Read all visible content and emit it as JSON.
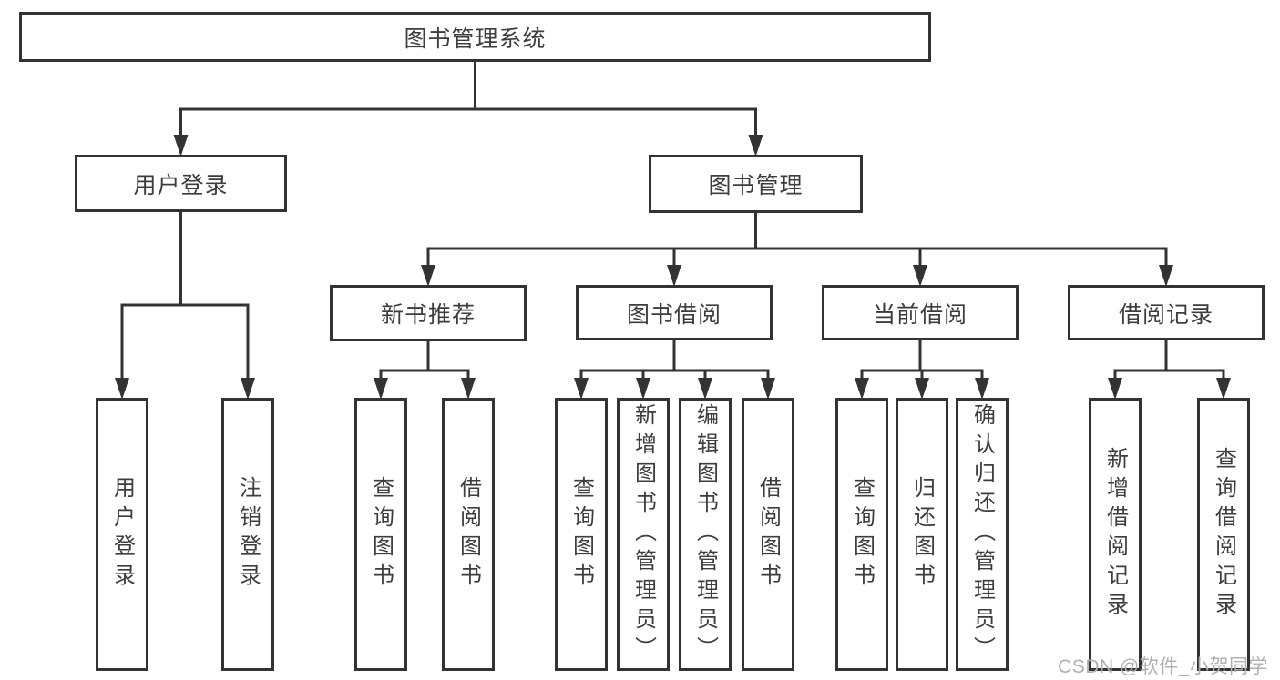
{
  "diagram": {
    "title": "图书管理系统",
    "type": "tree",
    "colors": {
      "line": "#333333",
      "box_border": "#333333",
      "box_fill": "#ffffff",
      "text": "#3d3d3d",
      "watermark_text": "#b0b0b0",
      "background": "#ffffff"
    },
    "nodes": [
      {
        "id": "root",
        "label": "图书管理系统",
        "orientation": "horizontal"
      },
      {
        "id": "user-login",
        "label": "用户登录",
        "orientation": "horizontal"
      },
      {
        "id": "book-mgmt",
        "label": "图书管理",
        "orientation": "horizontal"
      },
      {
        "id": "new-book-rec",
        "label": "新书推荐",
        "orientation": "horizontal"
      },
      {
        "id": "book-borrow",
        "label": "图书借阅",
        "orientation": "horizontal"
      },
      {
        "id": "current-borrow",
        "label": "当前借阅",
        "orientation": "horizontal"
      },
      {
        "id": "borrow-record",
        "label": "借阅记录",
        "orientation": "horizontal"
      },
      {
        "id": "leaf-user-login",
        "label": "用户登录",
        "orientation": "vertical"
      },
      {
        "id": "leaf-logout",
        "label": "注销登录",
        "orientation": "vertical"
      },
      {
        "id": "leaf-rec-query",
        "label": "查询图书",
        "orientation": "vertical"
      },
      {
        "id": "leaf-rec-borrow",
        "label": "借阅图书",
        "orientation": "vertical"
      },
      {
        "id": "leaf-bb-query",
        "label": "查询图书",
        "orientation": "vertical"
      },
      {
        "id": "leaf-bb-add",
        "label": "新增图书（管理员）",
        "orientation": "vertical"
      },
      {
        "id": "leaf-bb-edit",
        "label": "编辑图书（管理员）",
        "orientation": "vertical"
      },
      {
        "id": "leaf-bb-borrow",
        "label": "借阅图书",
        "orientation": "vertical"
      },
      {
        "id": "leaf-cb-query",
        "label": "查询图书",
        "orientation": "vertical"
      },
      {
        "id": "leaf-cb-return",
        "label": "归还图书",
        "orientation": "vertical"
      },
      {
        "id": "leaf-cb-confirm",
        "label": "确认归还（管理员）",
        "orientation": "vertical"
      },
      {
        "id": "leaf-br-add",
        "label": "新增借阅记录",
        "orientation": "vertical"
      },
      {
        "id": "leaf-br-query",
        "label": "查询借阅记录",
        "orientation": "vertical"
      }
    ],
    "edges": [
      {
        "from": "root",
        "to": [
          "user-login",
          "book-mgmt"
        ]
      },
      {
        "from": "user-login",
        "to": [
          "leaf-user-login",
          "leaf-logout"
        ]
      },
      {
        "from": "book-mgmt",
        "to": [
          "new-book-rec",
          "book-borrow",
          "current-borrow",
          "borrow-record"
        ]
      },
      {
        "from": "new-book-rec",
        "to": [
          "leaf-rec-query",
          "leaf-rec-borrow"
        ]
      },
      {
        "from": "book-borrow",
        "to": [
          "leaf-bb-query",
          "leaf-bb-add",
          "leaf-bb-edit",
          "leaf-bb-borrow"
        ]
      },
      {
        "from": "current-borrow",
        "to": [
          "leaf-cb-query",
          "leaf-cb-return",
          "leaf-cb-confirm"
        ]
      },
      {
        "from": "borrow-record",
        "to": [
          "leaf-br-add",
          "leaf-br-query"
        ]
      }
    ]
  },
  "watermark": {
    "text": "CSDN @软件_小贺同学"
  }
}
